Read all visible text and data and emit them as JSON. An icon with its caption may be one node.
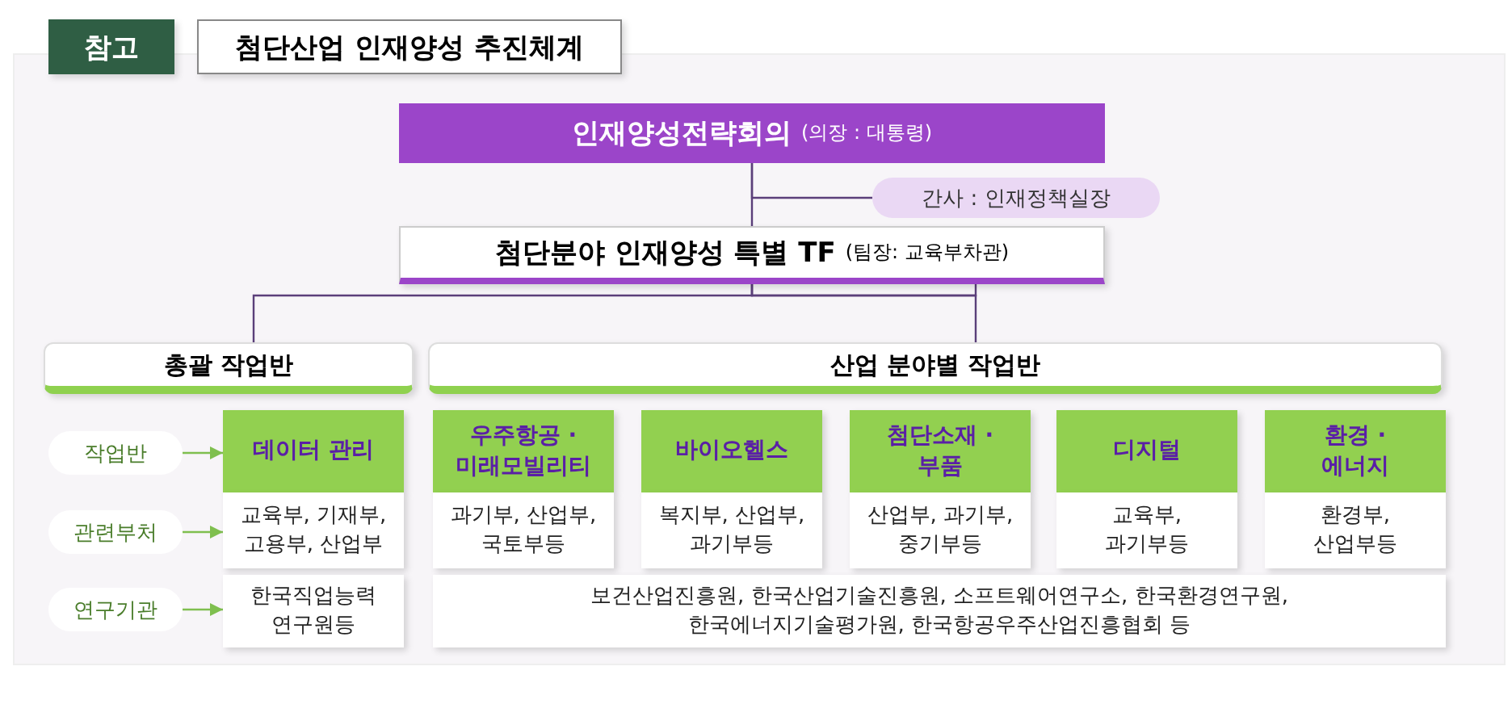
{
  "diagram": {
    "title": "첨단산업 인재양성 추진체계",
    "nodes": [
      {
        "text": [
          "인재양성전략회의",
          "(의장 : 대통령)"
        ]
      },
      {
        "text": [
          "간사 : 인재정책실장"
        ]
      },
      {
        "text": [
          "첨단분야 인재양성 특별 TF",
          "(팀장: 교육부차관)"
        ]
      },
      {
        "text": [
          "총괄 작업반"
        ]
      },
      {
        "text": [
          "산업 분야별 작업반"
        ]
      },
      {
        "text": [
          "작업반"
        ]
      },
      {
        "text": [
          "관련부처"
        ]
      },
      {
        "text": [
          "연구기관"
        ]
      },
      {
        "text": [
          "데이터 관리"
        ]
      },
      {
        "text": [
          "우주항공 · 미래모빌리티"
        ]
      },
      {
        "text": [
          "바이오헬스"
        ]
      },
      {
        "text": [
          "첨단소재 · 부품"
        ]
      },
      {
        "text": [
          "디지털"
        ]
      },
      {
        "text": [
          "환경 · 에너지"
        ]
      },
      {
        "text": [
          "교육부, 기재부, 고용부, 산업부"
        ]
      },
      {
        "text": [
          "과기부, 산업부, 국토부등"
        ]
      },
      {
        "text": [
          "복지부, 산업부, 과기부등"
        ]
      },
      {
        "text": [
          "산업부, 과기부, 중기부등"
        ]
      },
      {
        "text": [
          "교육부, 과기부등"
        ]
      },
      {
        "text": [
          "환경부, 산업부등"
        ]
      },
      {
        "text": [
          "한국직업능력 연구원등"
        ]
      },
      {
        "text": [
          "보건산업진흥원, 한국산업기술진흥원, 소프트웨어연구소, 한국환경연구원, 한국에너지기술평가원, 한국항공우주산업진흥협회 등"
        ]
      }
    ],
    "edges": [
      {
        "from": 0,
        "to": 2,
        "arrow": "none"
      },
      {
        "from": 0,
        "to": 1,
        "arrow": "none"
      },
      {
        "from": 2,
        "to": 3,
        "arrow": "none"
      },
      {
        "from": 2,
        "to": 4,
        "arrow": "none"
      },
      {
        "from": 5,
        "to": 8,
        "arrow": "to",
        "color": "#7fbf4f"
      },
      {
        "from": 6,
        "to": 14,
        "arrow": "to",
        "color": "#7fbf4f"
      },
      {
        "from": 7,
        "to": 20,
        "arrow": "to",
        "color": "#7fbf4f"
      }
    ],
    "labels": [
      "참고"
    ]
  }
}
